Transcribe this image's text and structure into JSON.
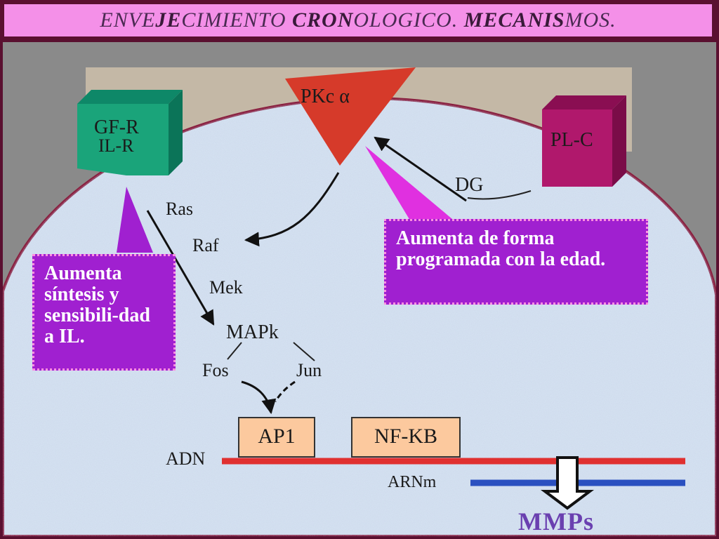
{
  "title": {
    "prefix": "ENVE",
    "part2": "JE",
    "part3": "CIMIENTO ",
    "part4": "CRON",
    "part5": "OLOGICO. ",
    "part6": "MECANIS",
    "part7": "MOS."
  },
  "receptors": {
    "gfr": {
      "line1": "GF-R",
      "line2": "IL-R",
      "color": "#1aa47a"
    },
    "pkc": {
      "label": "PKc α",
      "color": "#d63a2a"
    },
    "plc": {
      "label": "PL-C",
      "color": "#b0186c"
    }
  },
  "pathway": {
    "dg": "DG",
    "ras": "Ras",
    "raf": "Raf",
    "mek": "Mek",
    "mapk": "MAPk",
    "fos": "Fos",
    "jun": "Jun"
  },
  "callouts": {
    "left": "Aumenta síntesis y sensibili-dad a IL.",
    "right": "Aumenta de forma programada con la edad."
  },
  "genes": {
    "ap1": "AP1",
    "nfkb": "NF-KB",
    "adn": "ADN",
    "arnm": "ARNm",
    "mmps": "MMPs"
  },
  "colors": {
    "cell": "#d6e4f2",
    "dna": "#e03030",
    "rna": "#2a50c0",
    "callout": "#a020d0",
    "title_bg": "#f490e8"
  }
}
